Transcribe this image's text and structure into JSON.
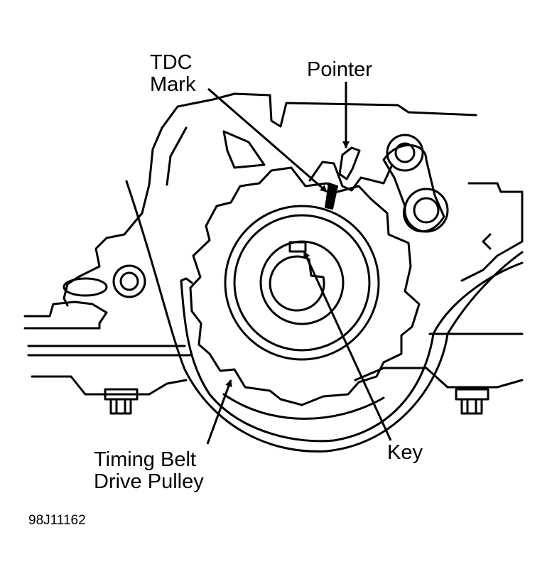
{
  "labels": {
    "tdc_line1": "TDC",
    "tdc_line2": "Mark",
    "pointer": "Pointer",
    "key": "Key",
    "pulley_line1": "Timing Belt",
    "pulley_line2": "Drive Pulley"
  },
  "figure_code": "98J11162",
  "colors": {
    "ink": "#000000",
    "paper": "#ffffff"
  },
  "icons": {
    "bolt": "hex-bolt-icon",
    "arrow": "arrow-head-icon"
  }
}
